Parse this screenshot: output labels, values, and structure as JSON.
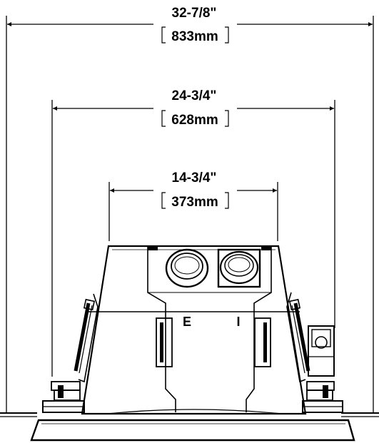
{
  "dimensions": {
    "overall": {
      "imperial": "32-7/8\"",
      "metric": "833mm"
    },
    "middle": {
      "imperial": "24-3/4\"",
      "metric": "628mm"
    },
    "inner": {
      "imperial": "14-3/4\"",
      "metric": "373mm"
    }
  },
  "labels": {
    "left_port": "E",
    "right_port": "I"
  },
  "colors": {
    "line": "#000000",
    "background": "#ffffff"
  }
}
